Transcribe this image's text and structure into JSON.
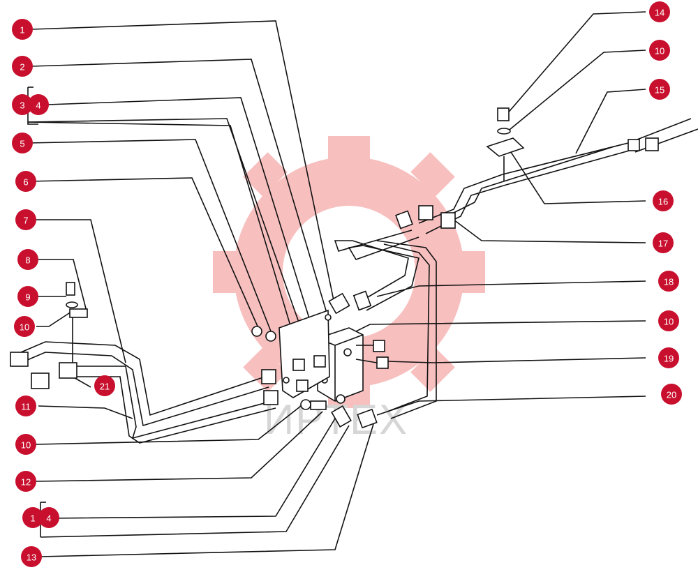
{
  "colors": {
    "badge": "#c8102e",
    "badge_text": "#ffffff",
    "watermark": "#f4a3a3",
    "ink": "#111111"
  },
  "watermark": {
    "text": "ИРТЕХ",
    "icon": "gear-logo-icon"
  },
  "callouts": [
    {
      "id": "c1",
      "label": "1"
    },
    {
      "id": "c2",
      "label": "2"
    },
    {
      "id": "c3",
      "label": "3"
    },
    {
      "id": "c4",
      "label": "4"
    },
    {
      "id": "c5",
      "label": "5"
    },
    {
      "id": "c6",
      "label": "6"
    },
    {
      "id": "c7",
      "label": "7"
    },
    {
      "id": "c8",
      "label": "8"
    },
    {
      "id": "c9",
      "label": "9"
    },
    {
      "id": "c10a",
      "label": "10"
    },
    {
      "id": "c11",
      "label": "11"
    },
    {
      "id": "c10b",
      "label": "10"
    },
    {
      "id": "c12",
      "label": "12"
    },
    {
      "id": "c1b",
      "label": "1"
    },
    {
      "id": "c4b",
      "label": "4"
    },
    {
      "id": "c13",
      "label": "13"
    },
    {
      "id": "c14",
      "label": "14"
    },
    {
      "id": "c10c",
      "label": "10"
    },
    {
      "id": "c15",
      "label": "15"
    },
    {
      "id": "c16",
      "label": "16"
    },
    {
      "id": "c17",
      "label": "17"
    },
    {
      "id": "c18",
      "label": "18"
    },
    {
      "id": "c10d",
      "label": "10"
    },
    {
      "id": "c19",
      "label": "19"
    },
    {
      "id": "c20",
      "label": "20"
    },
    {
      "id": "c21",
      "label": "21"
    }
  ]
}
